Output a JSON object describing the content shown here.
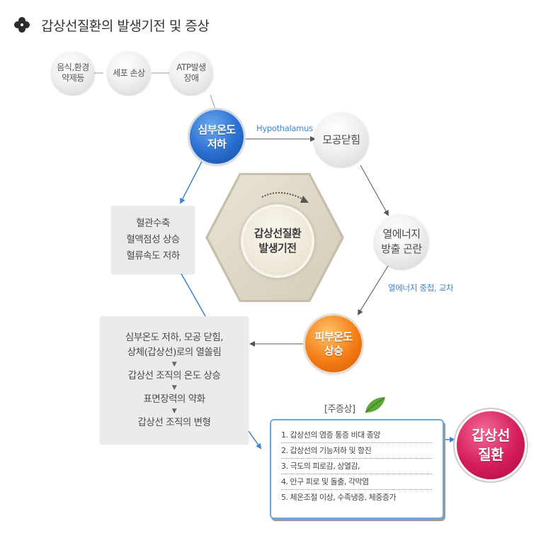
{
  "title": "갑상선질환의 발생기전 및 증상",
  "top_chain": [
    {
      "lines": [
        "음식,환경",
        "약제등"
      ]
    },
    {
      "lines": [
        "세포 손상"
      ]
    },
    {
      "lines": [
        "ATP발생",
        "장애"
      ]
    }
  ],
  "body_temp_down": [
    "심부온도",
    "저하"
  ],
  "hypothalamus_label": "Hypothalamus",
  "pore_closure": "모공닫힘",
  "heat_release": [
    "열에너지",
    "방출 곤란"
  ],
  "heat_accum_label": "열에너지 중첩, 교차",
  "skin_temp_up": [
    "피부온도",
    "상승"
  ],
  "center": [
    "갑상선질환",
    "발생기전"
  ],
  "vascular_box": [
    "혈관수축",
    "혈액점성 상승",
    "혈류속도 저하"
  ],
  "process_box": {
    "step1": [
      "심부온도 저하, 모공 닫힘,",
      "상체(갑상선)로의 열쏠림"
    ],
    "step2": "갑상선 조직의 온도 상승",
    "step3": "표면장력의 약화",
    "step4": "갑상선 조직의 변형",
    "arrow": "▼"
  },
  "symptoms_heading": "[주증상]",
  "symptoms": [
    "1. 갑상선의 염증 통증 비대 종양",
    "2. 갑상선의 기능저하 및 항진",
    "3. 극도의 피로감, 상열감,",
    "4. 안구 피로 및 돌출, 각막염",
    "5. 체온조절 이상, 수족냉증, 체중증가"
  ],
  "result": [
    "갑상선",
    "질환"
  ],
  "colors": {
    "blue": "#2a6fcf",
    "orange": "#f47d16",
    "pink": "#d51c5c",
    "arrow_blue": "#3a85d1",
    "arrow_gray": "#555555"
  },
  "icons": [
    "clover-icon",
    "leaf-icon"
  ]
}
